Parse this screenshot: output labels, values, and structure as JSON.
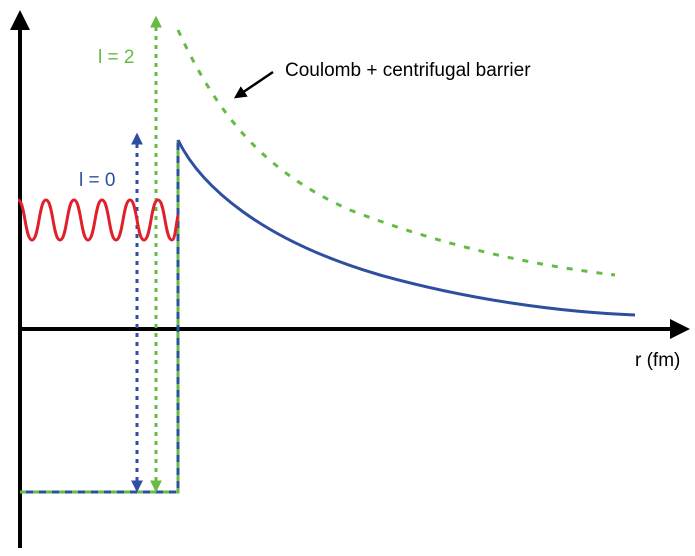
{
  "labels": {
    "l2": "l = 2",
    "l0": "l = 0",
    "barrier": "Coulomb + centrifugal barrier",
    "x_axis": "r (fm)"
  },
  "colors": {
    "axis": "#000000",
    "l0": "#2e4fa0",
    "l2": "#66bb44",
    "wave": "#e0202a"
  }
}
